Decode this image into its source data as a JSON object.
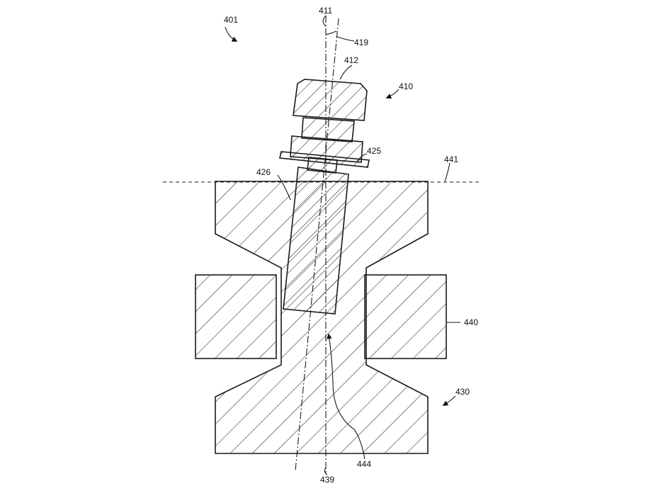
{
  "labels": {
    "fig": "401",
    "axis_top": "411",
    "angle": "419",
    "head": "412",
    "assembly": "410",
    "washer": "425",
    "surface_line": "441",
    "shank": "426",
    "side_block": "440",
    "base_body": "430",
    "path": "444",
    "axis_bottom": "439"
  }
}
